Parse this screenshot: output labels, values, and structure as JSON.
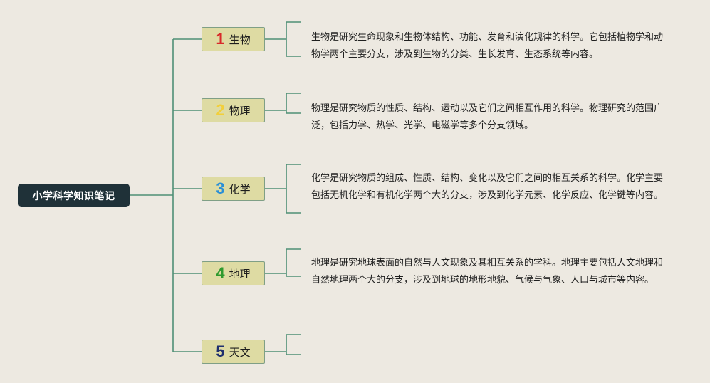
{
  "root": {
    "title": "小学科学知识笔记"
  },
  "branches": [
    {
      "number": "1",
      "number_color": "#d82a2a",
      "label": "生物",
      "description": "生物是研究生命现象和生物体结构、功能、发育和演化规律的科学。它包括植物学和动物学两个主要分支，涉及到生物的分类、生长发育、生态系统等内容。"
    },
    {
      "number": "2",
      "number_color": "#f2cf3a",
      "label": "物理",
      "description": "物理是研究物质的性质、结构、运动以及它们之间相互作用的科学。物理研究的范围广泛，包括力学、热学、光学、电磁学等多个分支领域。"
    },
    {
      "number": "3",
      "number_color": "#2a8fd6",
      "label": "化学",
      "description": "化学是研究物质的组成、性质、结构、变化以及它们之间的相互关系的科学。化学主要包括无机化学和有机化学两个大的分支，涉及到化学元素、化学反应、化学键等内容。"
    },
    {
      "number": "4",
      "number_color": "#2e9a2e",
      "label": "地理",
      "description": "地理是研究地球表面的自然与人文现象及其相互关系的学科。地理主要包括人文地理和自然地理两个大的分支，涉及到地球的地形地貌、气候与气象、人口与城市等内容。"
    },
    {
      "number": "5",
      "number_color": "#1f2f6e",
      "label": "天文",
      "description": ""
    }
  ],
  "colors": {
    "connector": "#4f8f76",
    "background": "#ede9e1"
  }
}
